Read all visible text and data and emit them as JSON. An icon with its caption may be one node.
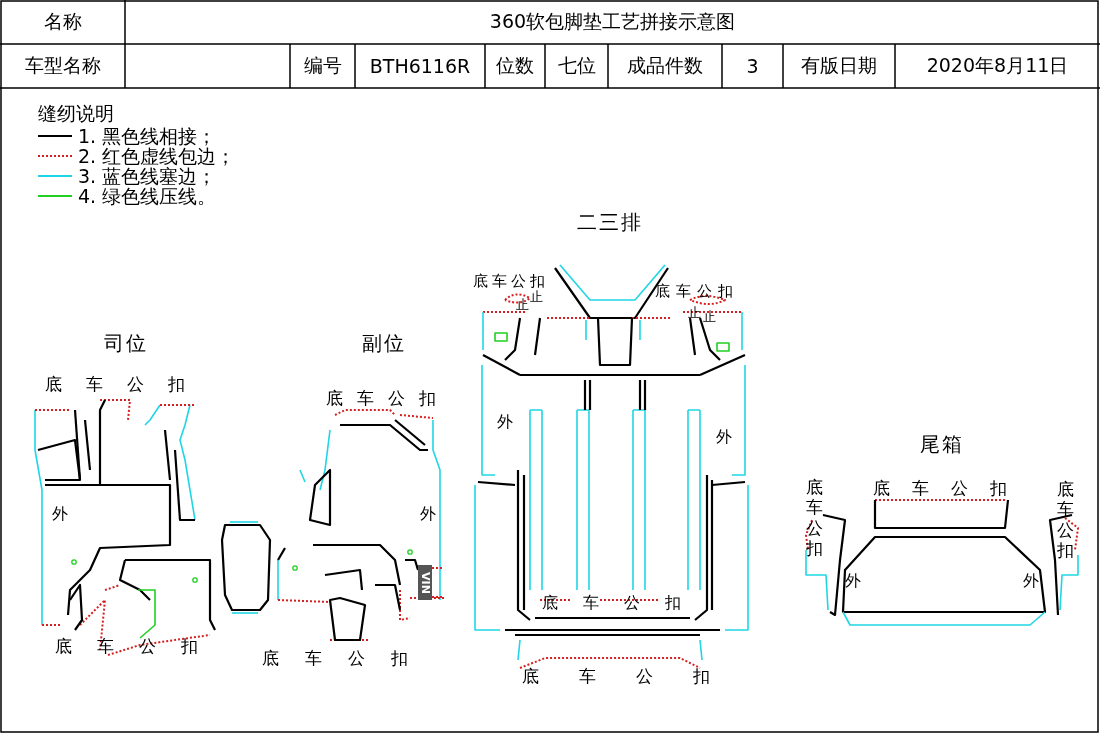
{
  "diagram": {
    "title": "360软包脚垫工艺拼接示意图",
    "labels": [
      "名称",
      "车型名称",
      "编号",
      "BTH6116R",
      "位数",
      "七位",
      "成品件数",
      "3",
      "有版日期",
      "2020年8月11日",
      "缝纫说明",
      "二三排",
      "底车公扣",
      "止",
      "止",
      "底车公扣",
      "止",
      "止",
      "司位",
      "副位",
      "底车公扣",
      "底车公扣",
      "外",
      "外",
      "尾箱",
      "底车公扣",
      "底车公扣",
      "底车公扣",
      "外",
      "外",
      "VIN",
      "外",
      "外",
      "底车公扣",
      "底车公扣",
      "底车公扣",
      "底车公扣"
    ],
    "legend": [
      {
        "text": "1. 黑色线相接；"
      },
      {
        "text": "2. 红色虚线包边；"
      },
      {
        "text": "3. 蓝色线塞边；"
      },
      {
        "text": "4. 绿色线压线。"
      }
    ]
  }
}
